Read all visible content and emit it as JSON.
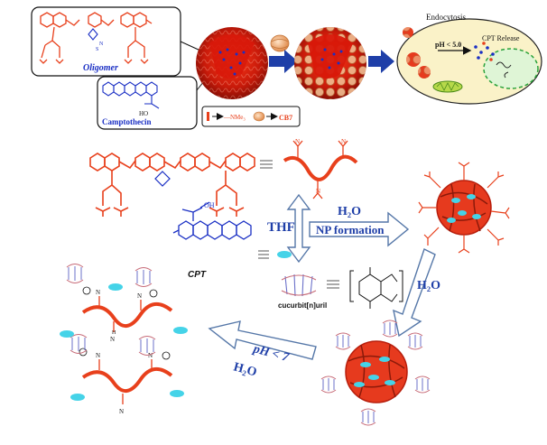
{
  "top_panel": {
    "oligomer_label": "Oligomer",
    "camptothecin_label": "Camptothecin",
    "oh_label": "HO",
    "legend_nme3": "—NMe₃",
    "legend_cb7": "CB7",
    "endocytosis_label": "Endocytosis",
    "ph_label": "pH < 5.0",
    "release_label": "CPT Release"
  },
  "scheme": {
    "cpt_label": "CPT",
    "cb_label": "cucurbit[n]uril",
    "cb_subscript": "n",
    "thf_label": "THF",
    "h2o_label": "H₂O",
    "np_formation_label": "NP formation",
    "h2o_down_label": "H₂O",
    "ph7_label": "pH < 7",
    "ph7_h2o_label": "H₂O",
    "oh_label": "OH",
    "nme_label": "N",
    "ammonium_label": "N",
    "h_label": "H"
  },
  "colors": {
    "oligomer_red": "#e8401c",
    "drug_blue": "#1a2fc4",
    "arrow_navy": "#1f3fa8",
    "arrow_outline": "#5577a8",
    "cb_pink": "#c76b78",
    "cb_blue": "#6b70c9",
    "cyan_cpt": "#45d3e8"
  }
}
